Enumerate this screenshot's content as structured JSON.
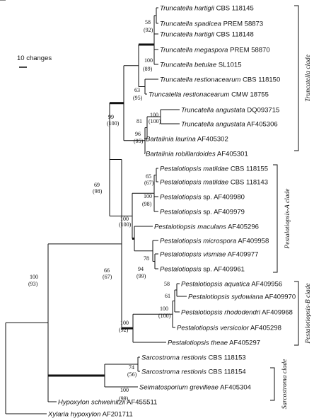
{
  "scale_bar": {
    "label": "10 changes"
  },
  "taxa": [
    {
      "genus": "Truncatella",
      "species": "hartigii",
      "strain": "CBS 118145"
    },
    {
      "genus": "Truncatella",
      "species": "spadicea",
      "strain": "PREM 58873"
    },
    {
      "genus": "Truncatella",
      "species": "hartigii",
      "strain": "CBS 118148"
    },
    {
      "genus": "Truncatella",
      "species": "megaspora",
      "strain": "PREM 58870"
    },
    {
      "genus": "Truncatella",
      "species": "betulae",
      "strain": "SL1015"
    },
    {
      "genus": "Truncatella",
      "species": "restionacearum",
      "strain": "CBS 118150"
    },
    {
      "genus": "Truncatella",
      "species": "restionacearum",
      "strain": "CMW 18755"
    },
    {
      "genus": "Truncatella",
      "species": "angustata",
      "strain": "DQ093715"
    },
    {
      "genus": "Truncatella",
      "species": "angustata",
      "strain": "AF405306"
    },
    {
      "genus": "Bartalinia",
      "species": "laurina",
      "strain": "AF405302"
    },
    {
      "genus": "Bartalinia",
      "species": "robillardoides",
      "strain": "AF405301"
    },
    {
      "genus": "Pestalotiopsis",
      "species": "matildae",
      "strain": "CBS 118155"
    },
    {
      "genus": "Pestalotiopsis",
      "species": "matildae",
      "strain": "CBS 118143"
    },
    {
      "genus": "Pestalotiopsis",
      "species": "sp.",
      "strain": "AF409980"
    },
    {
      "genus": "Pestalotiopsis",
      "species": "sp.",
      "strain": "AF409979"
    },
    {
      "genus": "Pestalotiopsis",
      "species": "maculans",
      "strain": "AF405296"
    },
    {
      "genus": "Pestalotiopsis",
      "species": "microspora",
      "strain": "AF409958"
    },
    {
      "genus": "Pestalotiopsis",
      "species": "vismiae",
      "strain": "AF409977"
    },
    {
      "genus": "Pestalotiopsis",
      "species": "sp.",
      "strain": "AF409961"
    },
    {
      "genus": "Pestalotiopsis",
      "species": "aquatica",
      "strain": "AF409956"
    },
    {
      "genus": "Pestalotiopsis",
      "species": "sydowiana",
      "strain": "AF409970"
    },
    {
      "genus": "Pestalotiopsis",
      "species": "rhododendri",
      "strain": "AF409968"
    },
    {
      "genus": "Pestalotiopsis",
      "species": "versicolor",
      "strain": "AF405298"
    },
    {
      "genus": "Pestalotiopsis",
      "species": "theae",
      "strain": "AF405297"
    },
    {
      "genus": "Sarcostroma",
      "species": "restionis",
      "strain": "CBS 118153"
    },
    {
      "genus": "Sarcostroma",
      "species": "restionis",
      "strain": "CBS 118154"
    },
    {
      "genus": "Seimatosporium",
      "species": "grevilleae",
      "strain": "AF405304"
    },
    {
      "genus": "Hypoxylon",
      "species": "schweinitzii",
      "strain": "AF455511"
    },
    {
      "genus": "Xylaria",
      "species": "hypoxylon",
      "strain": "AF201711"
    }
  ],
  "support_values": [
    {
      "name": "t-hartigii-spadicea",
      "upper": "58",
      "lower": "(92)"
    },
    {
      "name": "truncatella-core",
      "upper": "100",
      "lower": "(89)"
    },
    {
      "name": "t-restionacearum",
      "upper": "63",
      "lower": "(95)"
    },
    {
      "name": "t-angustata",
      "upper": "100",
      "lower": "(100)"
    },
    {
      "name": "angustata-laurina",
      "upper": "81",
      "lower": ""
    },
    {
      "name": "angustata-bartalinia",
      "upper": "96",
      "lower": "(95)"
    },
    {
      "name": "truncatella-clade",
      "upper": "99",
      "lower": "(100)"
    },
    {
      "name": "p-matildae-pair",
      "upper": "65",
      "lower": "(67)"
    },
    {
      "name": "p-matildae-group",
      "upper": "100",
      "lower": "(98)"
    },
    {
      "name": "p-maculans-group",
      "upper": "100",
      "lower": "(100)"
    },
    {
      "name": "p-vismiae",
      "upper": "78",
      "lower": ""
    },
    {
      "name": "p-microspora-group",
      "upper": "94",
      "lower": "(99)"
    },
    {
      "name": "truncatella-pestalotiopsis-a",
      "upper": "69",
      "lower": "(98)"
    },
    {
      "name": "p-aquatica",
      "upper": "58",
      "lower": ""
    },
    {
      "name": "p-sydowiana",
      "upper": "61",
      "lower": ""
    },
    {
      "name": "p-aquatica-group",
      "upper": "100",
      "lower": "(100)"
    },
    {
      "name": "pestalotiopsis-b-clade",
      "upper": "100",
      "lower": "(92)"
    },
    {
      "name": "ingroup-66",
      "upper": "66",
      "lower": "(67)"
    },
    {
      "name": "sarcostroma-pair",
      "upper": "74",
      "lower": "(56)"
    },
    {
      "name": "sarcostroma-clade",
      "upper": "100",
      "lower": "(99)"
    },
    {
      "name": "hypoxylon-ingroup",
      "upper": "100",
      "lower": "(93)"
    }
  ],
  "clades": [
    {
      "name": "truncatella",
      "label": "Truncatella clade"
    },
    {
      "name": "pestalotiopsis-a",
      "label": "Pestalotiopsis-A clade"
    },
    {
      "name": "pestalotiopsis-b",
      "label": "Pestalotiopsis-B clade"
    },
    {
      "name": "sarcostroma",
      "label": "Sarcostroma clade"
    }
  ]
}
